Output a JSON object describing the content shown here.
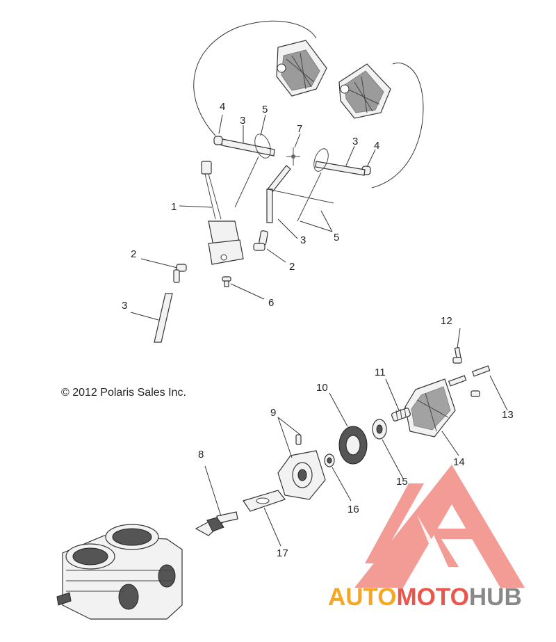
{
  "copyright": "© 2012 Polaris Sales Inc.",
  "watermark": {
    "part1": "AUTO",
    "part2": "MOTO",
    "part3": "HUB",
    "colors": {
      "orange": "#f5a623",
      "red": "#e8564c",
      "gray": "#888888"
    }
  },
  "callouts": {
    "c1": "1",
    "c2a": "2",
    "c2b": "2",
    "c3a": "3",
    "c3b": "3",
    "c3c": "3",
    "c3d": "3",
    "c4a": "4",
    "c4b": "4",
    "c5a": "5",
    "c5b": "5",
    "c6": "6",
    "c7": "7",
    "c8": "8",
    "c9": "9",
    "c10": "10",
    "c11": "11",
    "c12": "12",
    "c13": "13",
    "c14": "14",
    "c15": "15",
    "c16": "16",
    "c17": "17"
  }
}
